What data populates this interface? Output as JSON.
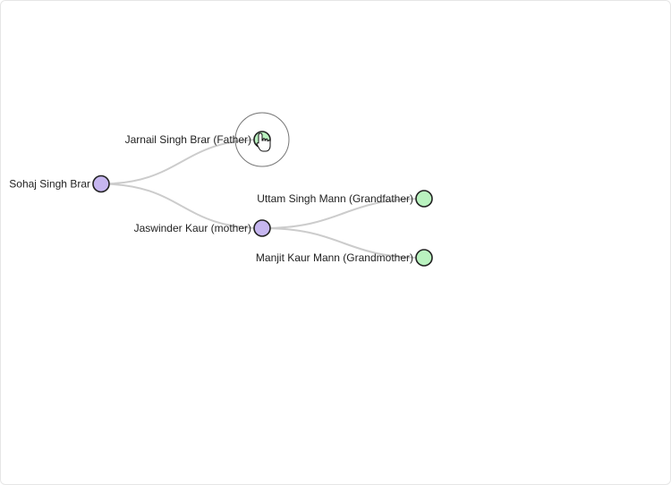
{
  "tree": {
    "colors": {
      "internal_fill": "#c6b6f0",
      "leaf_fill": "#b9f2bf",
      "stroke": "#222222",
      "link": "#cccccc"
    },
    "nodes": [
      {
        "id": "sohaj",
        "label": "Sohaj Singh Brar",
        "type": "internal",
        "parent": null
      },
      {
        "id": "jarnail",
        "label": "Jarnail Singh Brar (Father)",
        "type": "leaf",
        "parent": "sohaj",
        "hovered": true
      },
      {
        "id": "jaswinder",
        "label": "Jaswinder Kaur (mother)",
        "type": "internal",
        "parent": "sohaj"
      },
      {
        "id": "uttam",
        "label": "Uttam Singh Mann (Grandfather)",
        "type": "leaf",
        "parent": "jaswinder"
      },
      {
        "id": "manjit",
        "label": "Manjit Kaur Mann (Grandmother)",
        "type": "leaf",
        "parent": "jaswinder"
      }
    ]
  }
}
